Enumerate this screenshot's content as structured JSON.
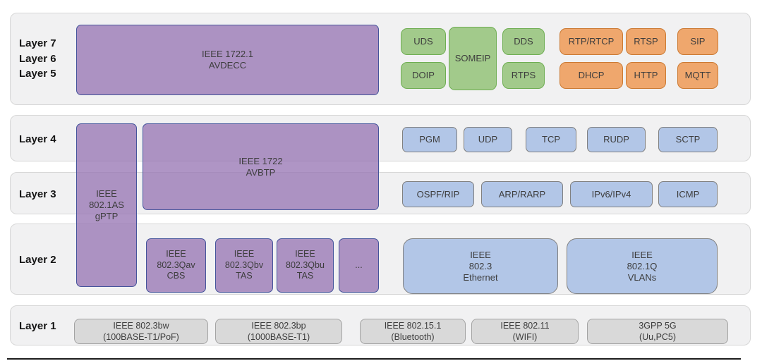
{
  "layers": {
    "top": [
      "Layer 7",
      "Layer 6",
      "Layer 5"
    ],
    "l4": "Layer 4",
    "l3": "Layer 3",
    "l2": "Layer 2",
    "l1": "Layer 1"
  },
  "boxes": {
    "avdecc": [
      "IEEE 1722.1",
      "AVDECC"
    ],
    "gptp": [
      "IEEE",
      "802.1AS",
      "gPTP"
    ],
    "avbtp": [
      "IEEE 1722",
      "AVBTP"
    ],
    "uds": [
      "UDS"
    ],
    "doip": [
      "DOIP"
    ],
    "someip": [
      "SOMEIP"
    ],
    "dds": [
      "DDS"
    ],
    "rtps": [
      "RTPS"
    ],
    "rtp_rtcp": [
      "RTP/RTCP"
    ],
    "dhcp": [
      "DHCP"
    ],
    "rtsp": [
      "RTSP"
    ],
    "http": [
      "HTTP"
    ],
    "sip": [
      "SIP"
    ],
    "mqtt": [
      "MQTT"
    ],
    "pgm": [
      "PGM"
    ],
    "udp": [
      "UDP"
    ],
    "tcp": [
      "TCP"
    ],
    "rudp": [
      "RUDP"
    ],
    "sctp": [
      "SCTP"
    ],
    "ospf_rip": [
      "OSPF/RIP"
    ],
    "arp_rarp": [
      "ARP/RARP"
    ],
    "ipv6_ipv4": [
      "IPv6/IPv4"
    ],
    "icmp": [
      "ICMP"
    ],
    "qav": [
      "IEEE",
      "802.3Qav",
      "CBS"
    ],
    "qbv": [
      "IEEE",
      "802.3Qbv",
      "TAS"
    ],
    "qbu": [
      "IEEE",
      "802.3Qbu",
      "TAS"
    ],
    "more": [
      "..."
    ],
    "ethernet": [
      "IEEE",
      "802.3",
      "Ethernet"
    ],
    "vlans": [
      "IEEE",
      "802.1Q",
      "VLANs"
    ],
    "bw": [
      "IEEE 802.3bw",
      "(100BASE-T1/PoF)"
    ],
    "bp": [
      "IEEE 802.3bp",
      "(1000BASE-T1)"
    ],
    "bt": [
      "IEEE 802.15.1",
      "(Bluetooth)"
    ],
    "wifi": [
      "IEEE 802.11",
      "(WIFI)"
    ],
    "g5": [
      "3GPP 5G",
      "(Uu,PC5)"
    ]
  },
  "colors": {
    "purple_fill": "#b49bca",
    "purple_border": "#44549b",
    "green_fill": "#a2ca8b",
    "green_border": "#6fae53",
    "orange_fill": "#efa76d",
    "orange_border": "#cb7a33",
    "blue_fill": "#b2c6e7",
    "blue_border": "#808080",
    "gray_fill": "#d9d9d9",
    "gray_border": "#a3a3a3",
    "band_fill": "#f1f1f2",
    "band_border": "#d7d7d7"
  }
}
